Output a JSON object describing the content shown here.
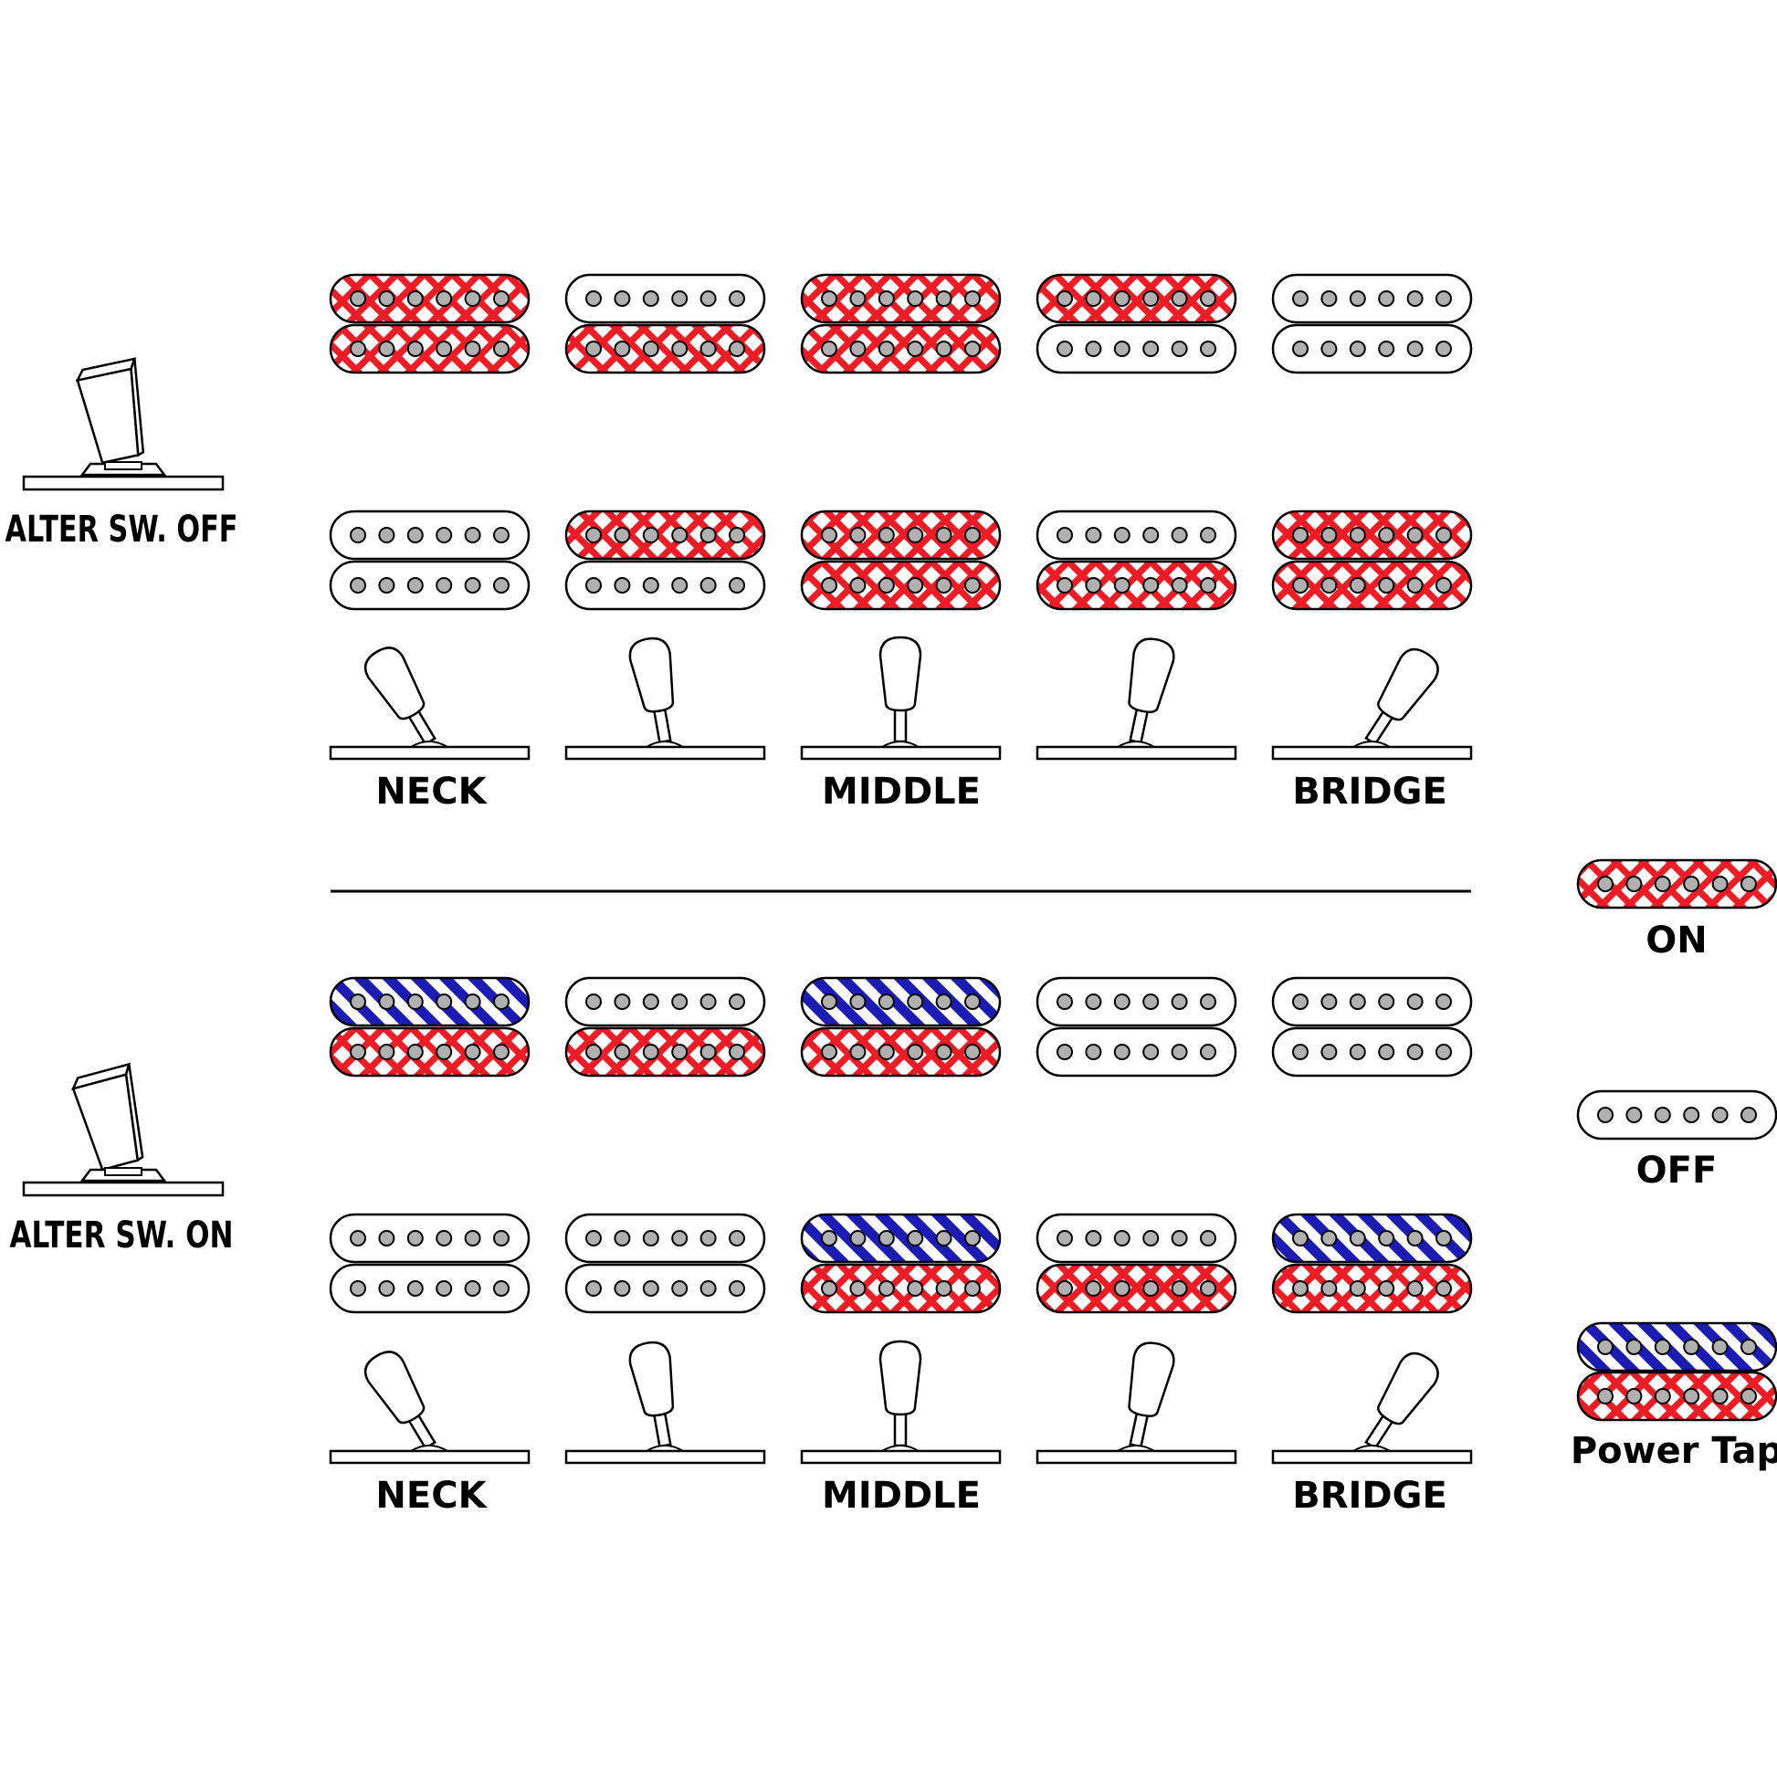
{
  "labels": {
    "alter_off": "ALTER SW. OFF",
    "alter_on": "ALTER SW. ON",
    "neck": "NECK",
    "middle": "MIDDLE",
    "bridge": "BRIDGE"
  },
  "legend": {
    "on": "ON",
    "off": "OFF",
    "power_tap": "Power Tap"
  },
  "colors": {
    "on_red": "#ee1c24",
    "tap_blue": "#1c1cb4",
    "outline": "#000000",
    "pole_gray": "#b0b0b0"
  },
  "sections": [
    {
      "alter_switch": "off",
      "rows": [
        [
          [
            "on",
            "on"
          ],
          [
            "off",
            "on"
          ],
          [
            "on",
            "on"
          ],
          [
            "on",
            "off"
          ],
          [
            "off",
            "off"
          ]
        ],
        [
          [
            "off",
            "off"
          ],
          [
            "on",
            "off"
          ],
          [
            "on",
            "on"
          ],
          [
            "off",
            "on"
          ],
          [
            "on",
            "on"
          ]
        ]
      ],
      "selector_positions": [
        "neck",
        "neck-middle",
        "middle",
        "middle-bridge",
        "bridge"
      ]
    },
    {
      "alter_switch": "on",
      "rows": [
        [
          [
            "tap",
            "on"
          ],
          [
            "off",
            "on"
          ],
          [
            "tap",
            "on"
          ],
          [
            "off",
            "off"
          ],
          [
            "off",
            "off"
          ]
        ],
        [
          [
            "off",
            "off"
          ],
          [
            "off",
            "off"
          ],
          [
            "tap",
            "on"
          ],
          [
            "off",
            "on"
          ],
          [
            "tap",
            "on"
          ]
        ]
      ],
      "selector_positions": [
        "neck",
        "neck-middle",
        "middle",
        "middle-bridge",
        "bridge"
      ]
    }
  ]
}
